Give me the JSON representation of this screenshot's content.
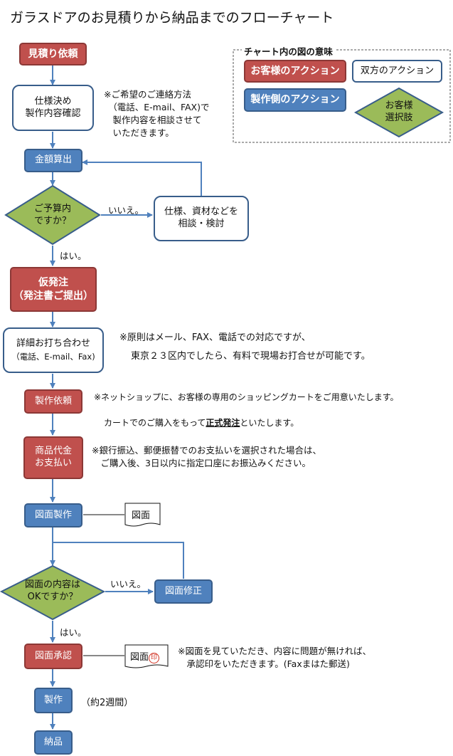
{
  "title": "ガラスドアのお見積りから納品までのフローチャート",
  "legend": {
    "title": "チャート内の図の意味",
    "customer_action": "お客様のアクション",
    "both_action": "双方のアクション",
    "maker_action": "製作側のアクション",
    "customer_choice": "お客様\n選択肢"
  },
  "nodes": {
    "estimate_request": "見積り依頼",
    "spec_confirm": "仕様決め\n製作内容確認",
    "price_calc": "金額算出",
    "budget_question": "ご予算内\nですか？",
    "consult": "仕様、資材などを\n相談・検討",
    "provisional_order": "仮発注\n（発注書ご提出）",
    "detail_meeting_title": "詳細お打ち合わせ",
    "detail_meeting_sub": "（電話、E-mail、Fax)",
    "production_request": "製作依頼",
    "payment": "商品代金\nお支払い",
    "drawing_production": "図面製作",
    "drawing_question": "図面の内容は\nOKですか？",
    "drawing_fix": "図面修正",
    "drawing_approval": "図面承認",
    "manufacture": "製作",
    "delivery": "納品",
    "drawing_doc": "図面",
    "seal_char": "印"
  },
  "labels": {
    "no1": "いいえ。",
    "yes1": "はい。",
    "no2": "いいえ。",
    "yes2": "はい。",
    "duration": "（約2週間）"
  },
  "notes": {
    "contact": "※ご希望のご連絡方法\n　（電話、E-mail、FAX)で\n　製作内容を相談させて\n　いただきます。",
    "meeting_line1": "※原則はメール、FAX、電話での対応ですが、",
    "meeting_line2": "東京２３区内でしたら、有料で現場お打合せが可能です。",
    "shop_line1": "※ネットショップに、お客様の専用のショッピングカートをご用意いたします。",
    "shop_line2_pre": "カートでのご購入をもって",
    "shop_line2_em": "正式発注",
    "shop_line2_post": "といたします。",
    "bank": "※銀行振込、郵便振替でのお支払いを選択された場合は、\n　ご購入後、3日以内に指定口座にお振込みください。",
    "approve": "※図面を見ていただき、内容に問題が無ければ、\n　承認印をいただきます。(Faxまはた郵送)"
  },
  "colors": {
    "customer": "#c0504d",
    "maker": "#4f81bd",
    "choice": "#9bbb59",
    "line": "#4f81bd"
  }
}
